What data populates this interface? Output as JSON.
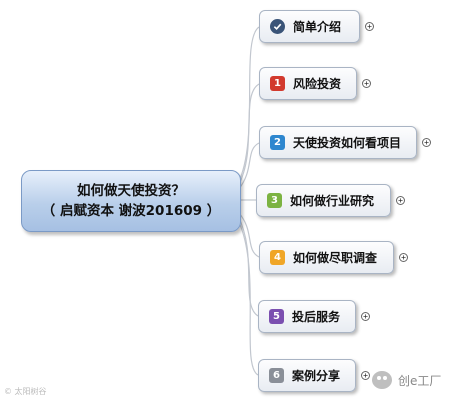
{
  "central": {
    "line1": "如何做天使投资？",
    "line2": "（ 启赋资本 谢波201609 ）"
  },
  "topics": [
    {
      "label": "简单介绍",
      "badge": "",
      "icon": "checkmark-icon",
      "color": "#3a5478"
    },
    {
      "label": "风险投资",
      "badge": "1",
      "icon": "priority-1-icon",
      "color": "#d23a2e"
    },
    {
      "label": "天使投资如何看项目",
      "badge": "2",
      "icon": "priority-2-icon",
      "color": "#2e87cf"
    },
    {
      "label": "如何做行业研究",
      "badge": "3",
      "icon": "priority-3-icon",
      "color": "#7cb342"
    },
    {
      "label": "如何做尽职调查",
      "badge": "4",
      "icon": "priority-4-icon",
      "color": "#f0a627"
    },
    {
      "label": "投后服务",
      "badge": "5",
      "icon": "priority-5-icon",
      "color": "#7b4fb0"
    },
    {
      "label": "案例分享",
      "badge": "6",
      "icon": "priority-6-icon",
      "color": "#8a8f98"
    }
  ],
  "expand_symbol": "+",
  "watermark_left": "© 太阳树谷",
  "watermark_right": "创e工厂"
}
